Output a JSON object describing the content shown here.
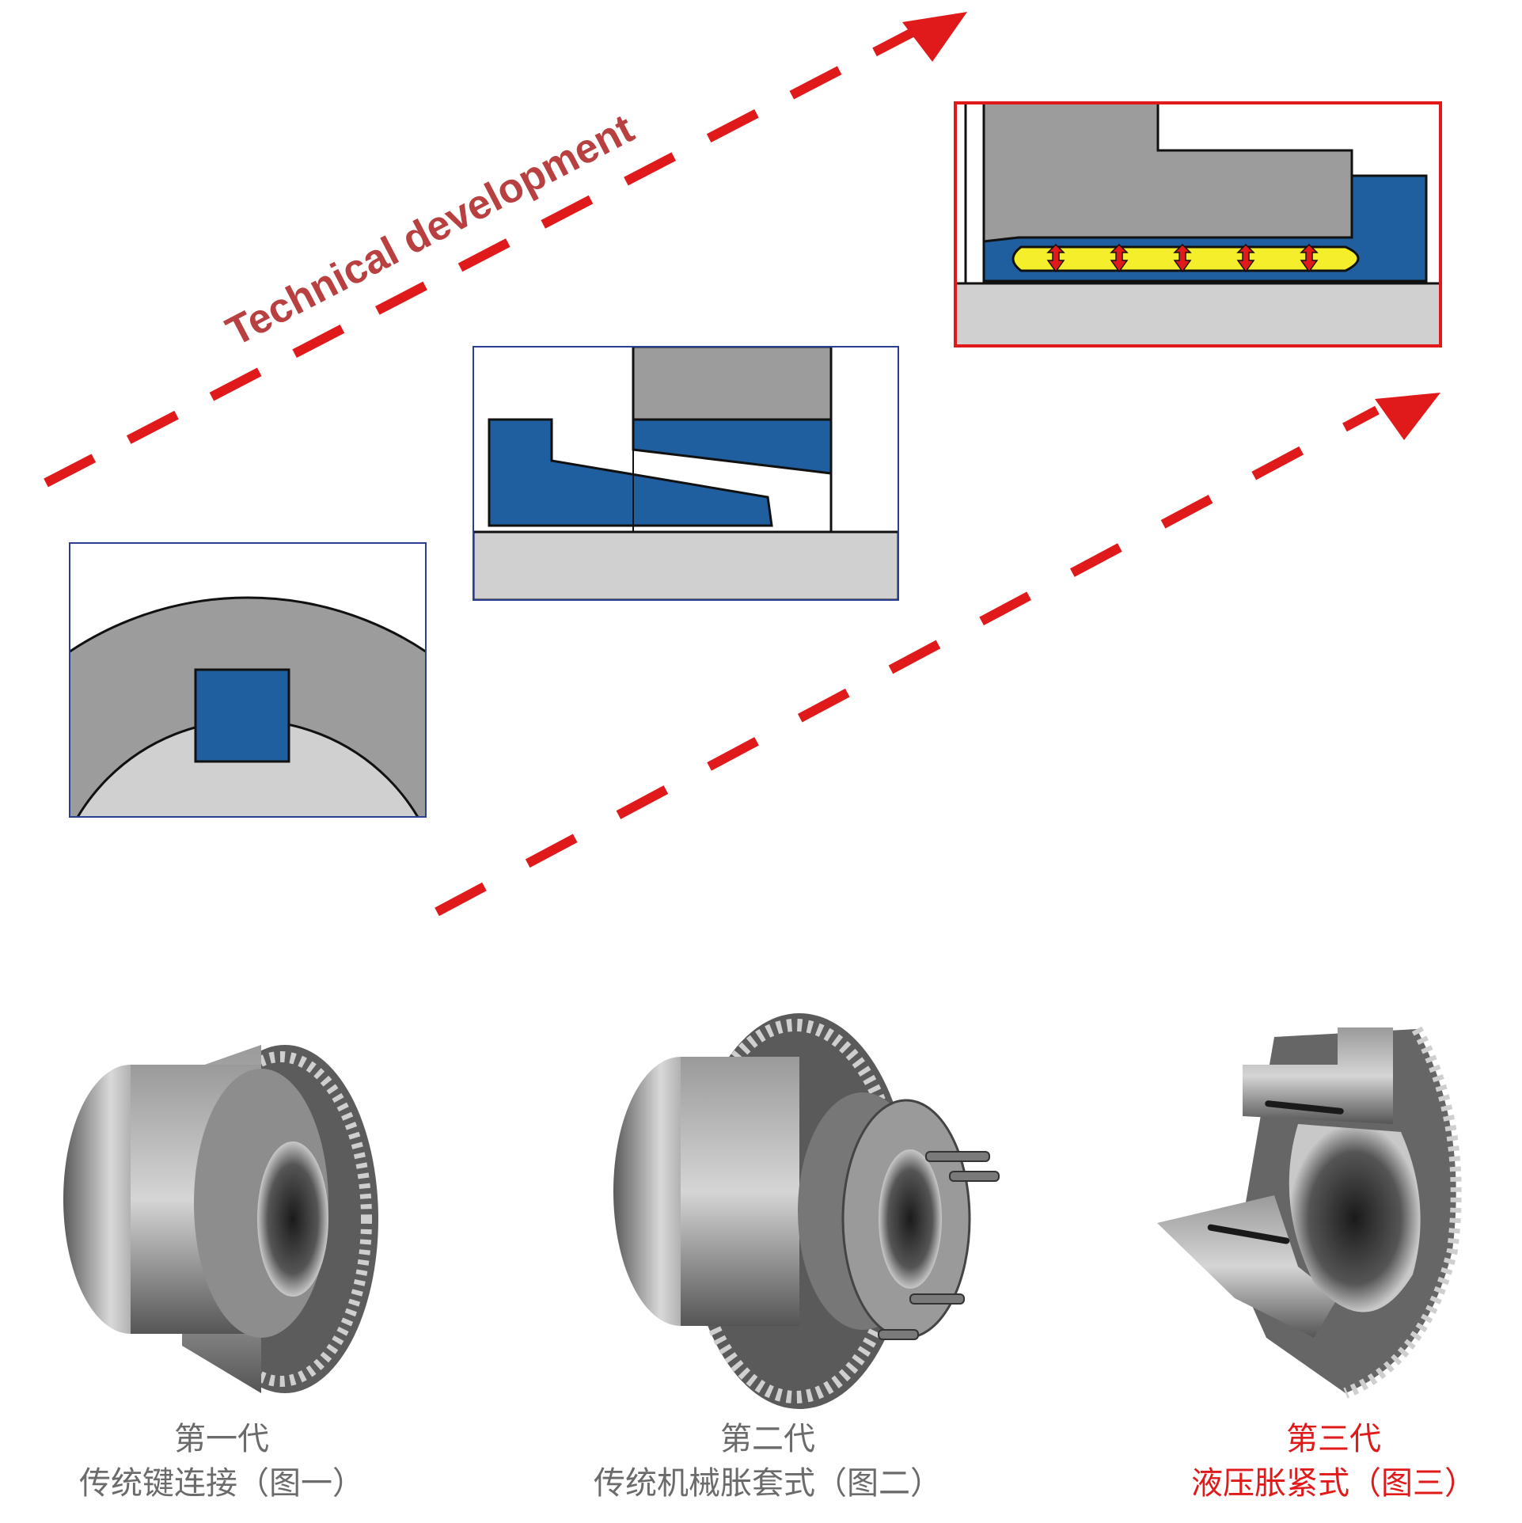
{
  "diagram": {
    "arrow_label": "Technical development",
    "colors": {
      "arrow_red": "#e01a1a",
      "label_red": "#b94040",
      "steel_gray": "#9c9c9c",
      "shaft_gray": "#d0d0d0",
      "blue": "#1f5fa0",
      "yellow": "#f5ee2a",
      "panel_border_blue": "#2a3f8f",
      "panel_border_red": "#e01a1a"
    },
    "panels": [
      {
        "id": "panel-key",
        "description": "keyed connection cross-section"
      },
      {
        "id": "panel-mechanical",
        "description": "mechanical shrink disc cross-section"
      },
      {
        "id": "panel-hydraulic",
        "description": "hydraulic expansion cross-section"
      }
    ],
    "products": [
      {
        "generation": "第一代",
        "name": "传统键连接（图一）",
        "highlight": false
      },
      {
        "generation": "第二代",
        "name": "传统机械胀套式（图二）",
        "highlight": false
      },
      {
        "generation": "第三代",
        "name": "液压胀紧式（图三）",
        "highlight": true
      }
    ]
  }
}
